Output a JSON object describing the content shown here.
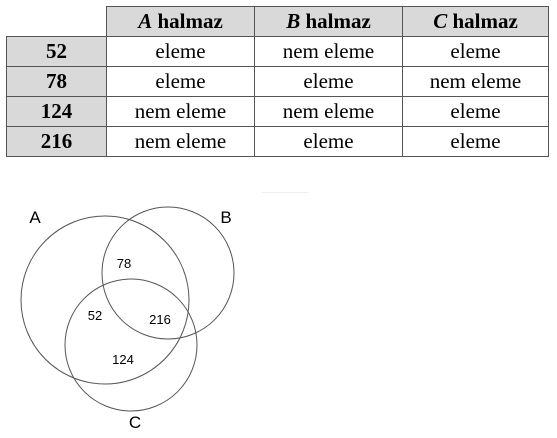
{
  "table": {
    "columns": [
      {
        "letter": "A",
        "word": "halmaz"
      },
      {
        "letter": "B",
        "word": "halmaz"
      },
      {
        "letter": "C",
        "word": "halmaz"
      }
    ],
    "rows": [
      {
        "label": "52",
        "cells": [
          "eleme",
          "nem eleme",
          "eleme"
        ]
      },
      {
        "label": "78",
        "cells": [
          "eleme",
          "eleme",
          "nem eleme"
        ]
      },
      {
        "label": "124",
        "cells": [
          "nem eleme",
          "nem eleme",
          "eleme"
        ]
      },
      {
        "label": "216",
        "cells": [
          "nem eleme",
          "eleme",
          "eleme"
        ]
      }
    ]
  },
  "venn": {
    "set_labels": {
      "a": "A",
      "b": "B",
      "c": "C"
    },
    "region_labels": {
      "ab": "78",
      "ac": "52",
      "bc": "216",
      "c_only": "124"
    },
    "stroke_color": "#555555"
  }
}
